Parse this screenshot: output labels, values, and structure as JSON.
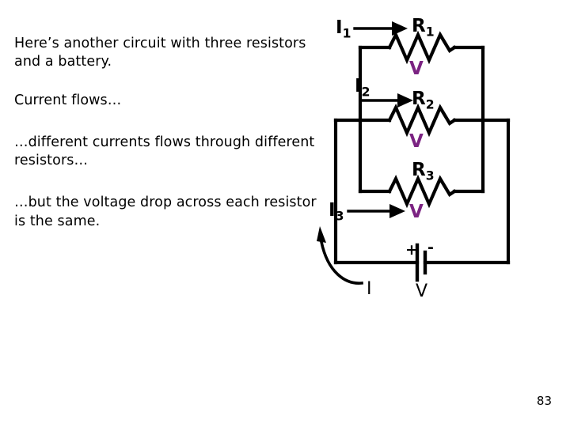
{
  "slide": {
    "paragraphs": [
      "Here’s another circuit with three resistors and a battery.",
      "Current flows…",
      "…different currents flows through different resistors…",
      "…but the voltage drop across each resistor is the same."
    ],
    "page_number": "83"
  },
  "circuit": {
    "title": "parallel-circuit-three-resistors",
    "resistors": [
      {
        "name": "R1",
        "base": "R",
        "sub": "1",
        "voltage_label": "V"
      },
      {
        "name": "R2",
        "base": "R",
        "sub": "2",
        "voltage_label": "V"
      },
      {
        "name": "R3",
        "base": "R",
        "sub": "3",
        "voltage_label": "V"
      }
    ],
    "currents": [
      {
        "name": "I1",
        "base": "I",
        "sub": "1"
      },
      {
        "name": "I2",
        "base": "I",
        "sub": "2"
      },
      {
        "name": "I3",
        "base": "I",
        "sub": "3"
      }
    ],
    "total_current_label": "I",
    "battery": {
      "positive_sign": "+",
      "negative_sign": "-",
      "voltage_label": "V"
    },
    "colors": {
      "wire": "#000000",
      "voltage_text": "#7B2382",
      "label_text": "#000000",
      "background": "#FFFFFF"
    }
  }
}
